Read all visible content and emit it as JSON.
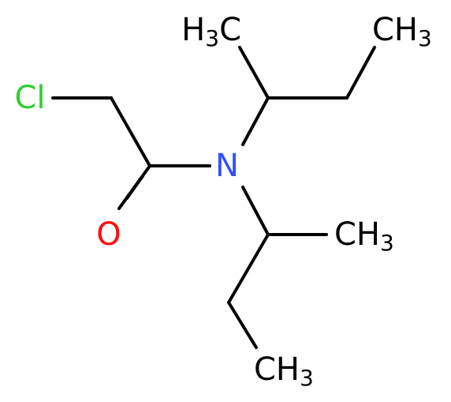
{
  "atoms": {
    "cl": {
      "text": "Cl",
      "color": "#33cc33"
    },
    "n": {
      "text": "N",
      "color": "#3050f8"
    },
    "o": {
      "text": "O",
      "color": "#ff0d0d"
    },
    "methyl_top_left": {
      "main": "H",
      "sub": "3",
      "tail": "C",
      "color": "#000000"
    },
    "methyl_top_right": {
      "main": "CH",
      "sub": "3",
      "color": "#000000"
    },
    "methyl_mid_right": {
      "main": "CH",
      "sub": "3",
      "color": "#000000"
    },
    "methyl_bottom": {
      "main": "CH",
      "sub": "3",
      "color": "#000000"
    }
  }
}
